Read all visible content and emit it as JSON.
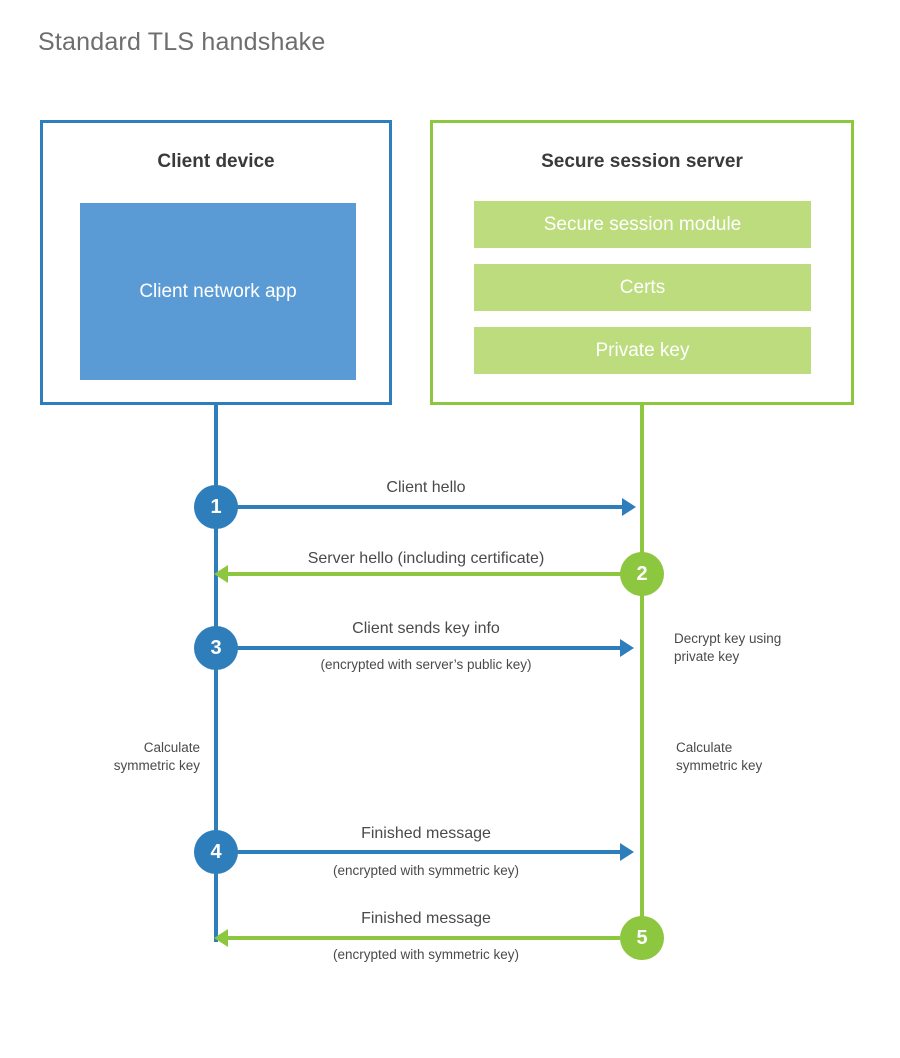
{
  "title": "Standard TLS handshake",
  "colors": {
    "client_accent": "#2E7EBB",
    "client_fill": "#5B9BD5",
    "server_accent": "#8DC63F",
    "server_fill": "#BCDC7D",
    "text": "#4a4a4a",
    "title_text": "#6e6e6e"
  },
  "client": {
    "title": "Client device",
    "app_label": "Client network app"
  },
  "server": {
    "title": "Secure session server",
    "blocks": [
      {
        "label": "Secure session module"
      },
      {
        "label": "Certs"
      },
      {
        "label": "Private key"
      }
    ]
  },
  "steps": [
    {
      "number": "1",
      "direction": "client-to-server",
      "label": "Client hello",
      "sublabel": ""
    },
    {
      "number": "2",
      "direction": "server-to-client",
      "label": "Server hello (including certificate)",
      "sublabel": ""
    },
    {
      "number": "3",
      "direction": "client-to-server",
      "label": "Client sends key info",
      "sublabel": "(encrypted with server’s public key)"
    },
    {
      "number": "4",
      "direction": "client-to-server",
      "label": "Finished message",
      "sublabel": "(encrypted with symmetric key)"
    },
    {
      "number": "5",
      "direction": "server-to-client",
      "label": "Finished message",
      "sublabel": "(encrypted with symmetric key)"
    }
  ],
  "notes": {
    "server_decrypt": "Decrypt key using\nprivate key",
    "client_calculate": "Calculate\nsymmetric key",
    "server_calculate": "Calculate\nsymmetric key"
  }
}
